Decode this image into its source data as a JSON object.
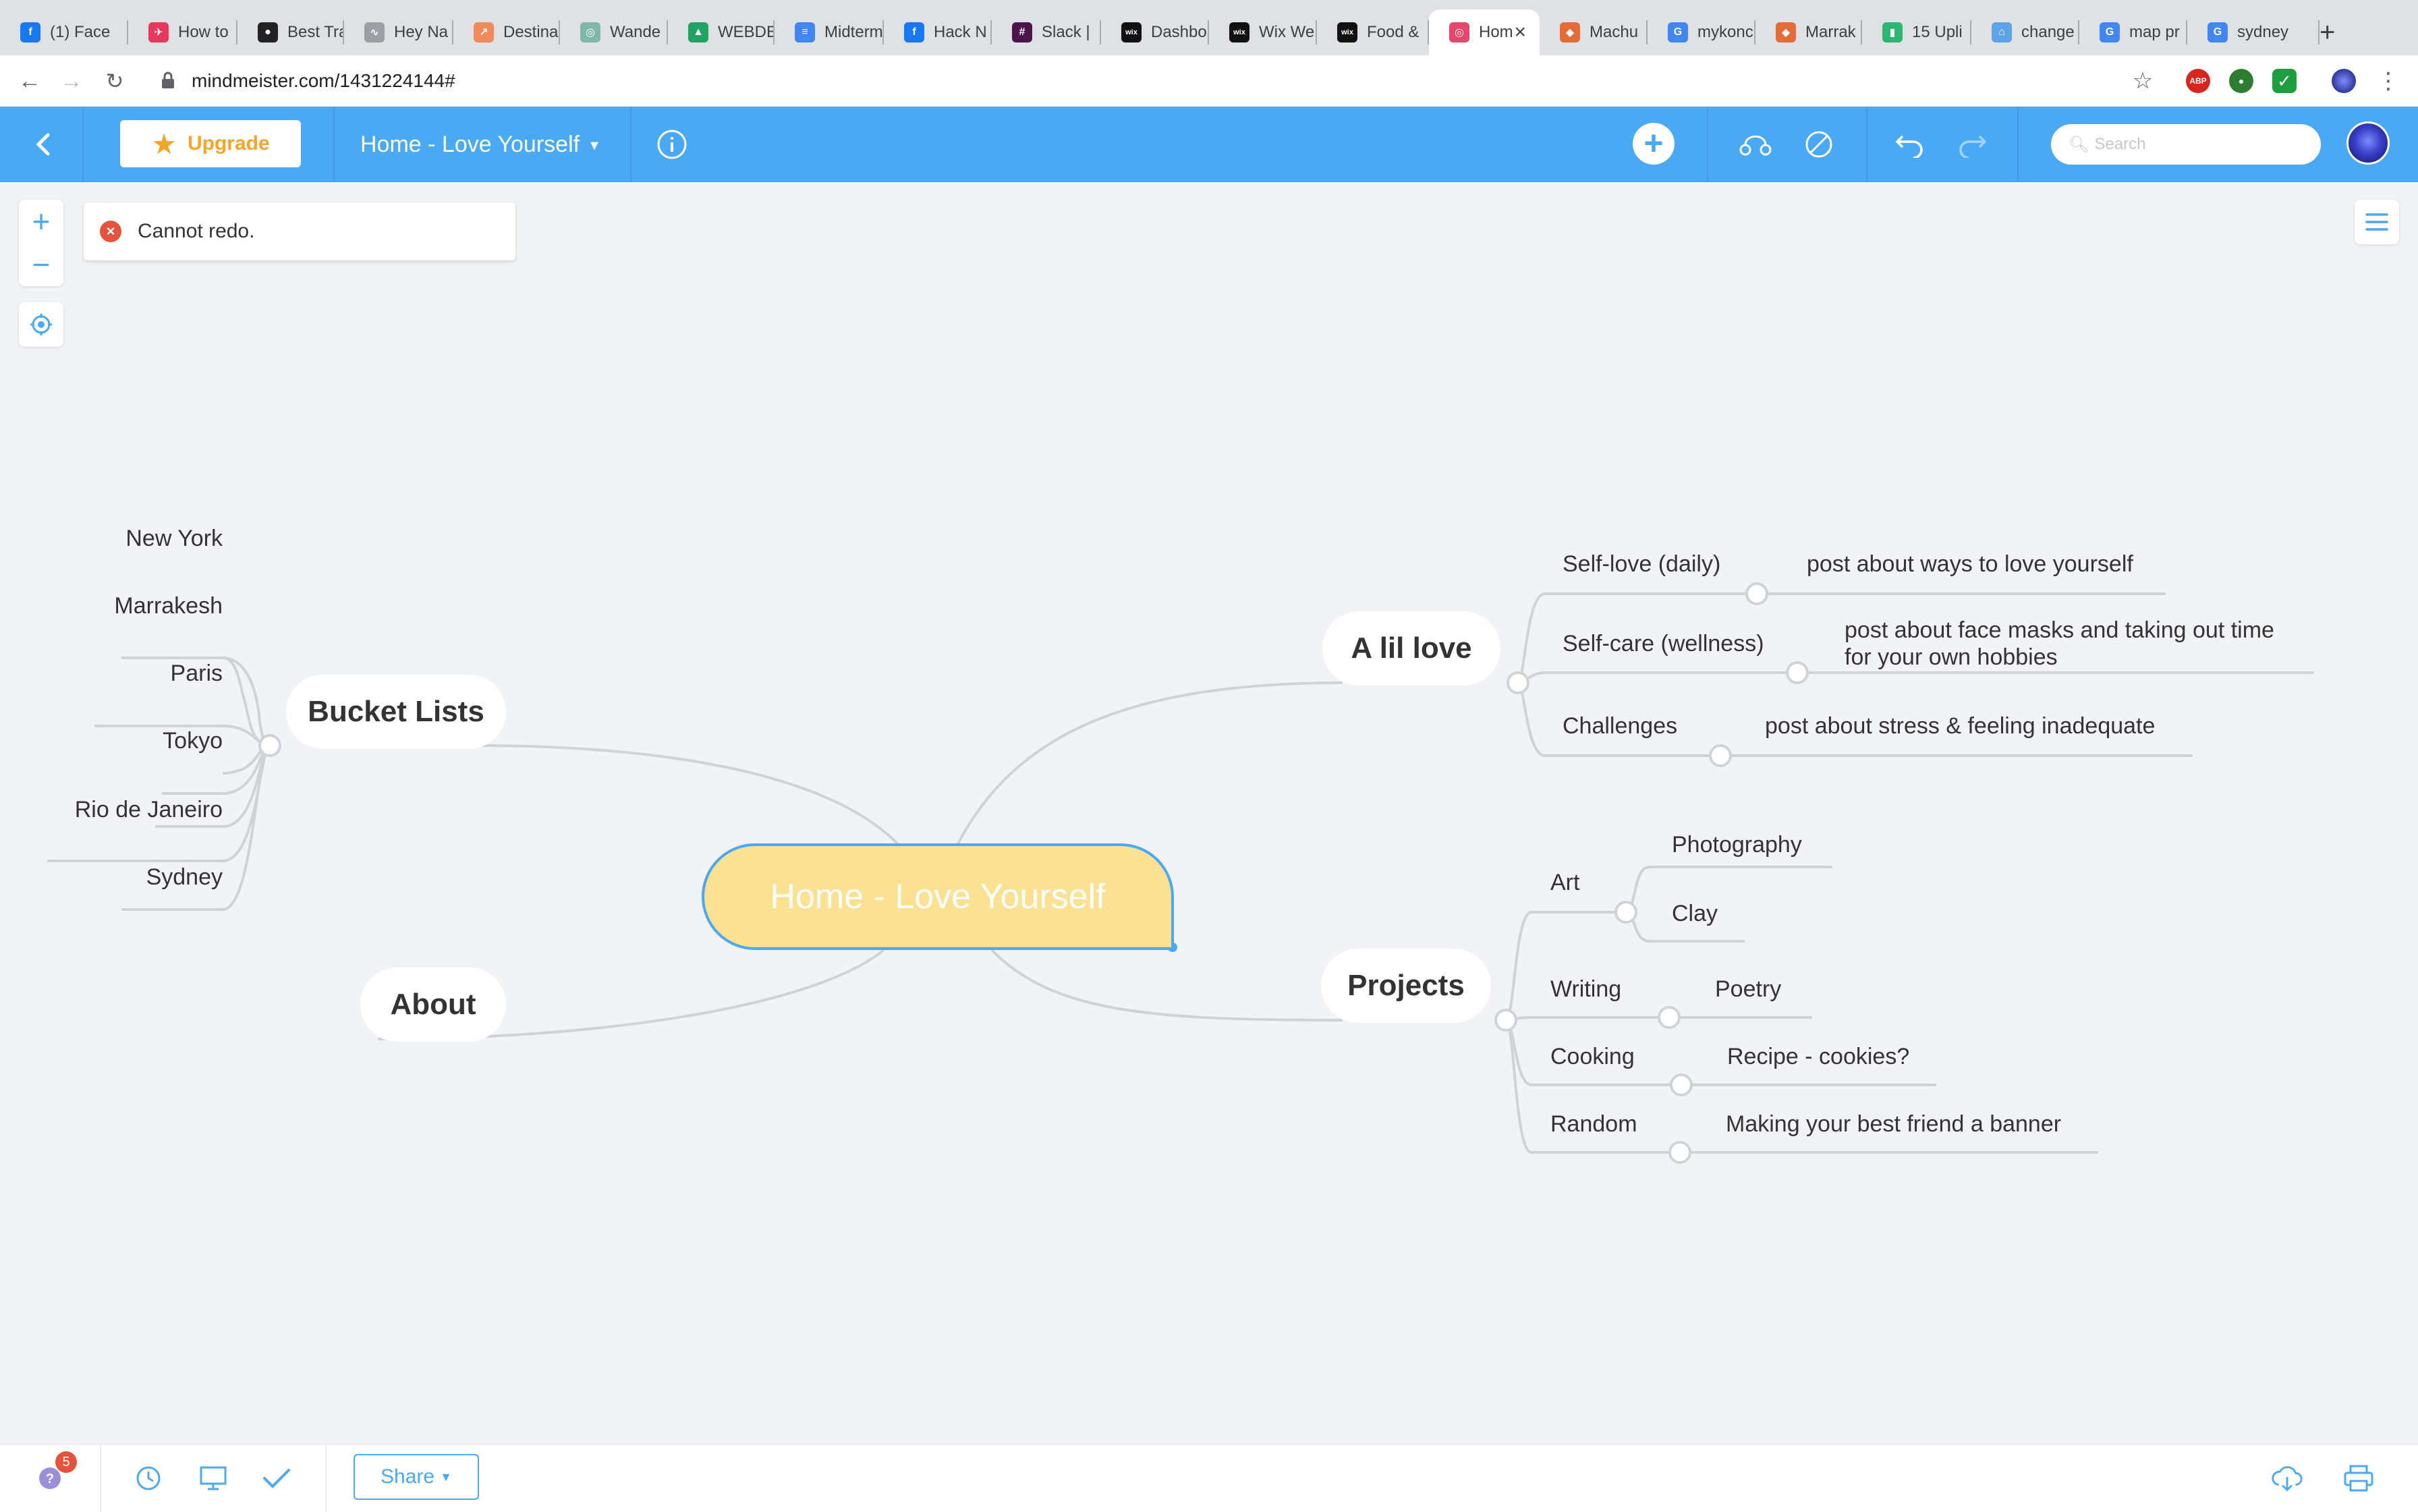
{
  "browser": {
    "tabs": [
      {
        "label": "(1) Face",
        "fav_color": "#1877f2",
        "fav_glyph": "f"
      },
      {
        "label": "How to",
        "fav_color": "#e8365d",
        "fav_glyph": "✈"
      },
      {
        "label": "Best Tra",
        "fav_color": "#222222",
        "fav_glyph": "●"
      },
      {
        "label": "Hey Na",
        "fav_color": "#9aa0a6",
        "fav_glyph": "∿"
      },
      {
        "label": "Destina",
        "fav_color": "#f28b5b",
        "fav_glyph": "↗"
      },
      {
        "label": "Wande",
        "fav_color": "#7fb8a6",
        "fav_glyph": "◎"
      },
      {
        "label": "WEBDE",
        "fav_color": "#1fa463",
        "fav_glyph": "▲"
      },
      {
        "label": "Midterm",
        "fav_color": "#4285f4",
        "fav_glyph": "≡"
      },
      {
        "label": "Hack N",
        "fav_color": "#1877f2",
        "fav_glyph": "f"
      },
      {
        "label": "Slack |",
        "fav_color": "#4a154b",
        "fav_glyph": "#"
      },
      {
        "label": "Dashbo",
        "fav_color": "#111111",
        "fav_glyph": "wix"
      },
      {
        "label": "Wix We",
        "fav_color": "#111111",
        "fav_glyph": "wix"
      },
      {
        "label": "Food &",
        "fav_color": "#111111",
        "fav_glyph": "wix"
      },
      {
        "label": "Hom",
        "fav_color": "#e8456b",
        "fav_glyph": "◎",
        "active": true
      },
      {
        "label": "Machu",
        "fav_color": "#e66b3a",
        "fav_glyph": "◆"
      },
      {
        "label": "mykonc",
        "fav_color": "#4285f4",
        "fav_glyph": "G"
      },
      {
        "label": "Marrak",
        "fav_color": "#e66b3a",
        "fav_glyph": "◆"
      },
      {
        "label": "15 Upli",
        "fav_color": "#2bb673",
        "fav_glyph": "▮"
      },
      {
        "label": "change",
        "fav_color": "#5ea3e6",
        "fav_glyph": "⌂"
      },
      {
        "label": "map pr",
        "fav_color": "#4285f4",
        "fav_glyph": "G"
      },
      {
        "label": "sydney",
        "fav_color": "#4285f4",
        "fav_glyph": "G"
      }
    ],
    "url": "mindmeister.com/1431224144#"
  },
  "header": {
    "upgrade_label": "Upgrade",
    "map_title": "Home - Love Yourself",
    "search_placeholder": "Search",
    "accent_color": "#4aa9f5"
  },
  "toast": {
    "message": "Cannot redo."
  },
  "map": {
    "root": "Home - Love Yourself",
    "left": [
      {
        "label": "Bucket Lists",
        "children": [
          "New York",
          "Marrakesh",
          "Paris",
          "Tokyo",
          "Rio de Janeiro",
          "Sydney"
        ]
      },
      {
        "label": "About",
        "children": []
      }
    ],
    "right": [
      {
        "label": "A lil love",
        "children": [
          {
            "label": "Self-love (daily)",
            "children": [
              "post about ways to love yourself"
            ]
          },
          {
            "label": "Self-care (wellness)",
            "children": [
              "post about face masks and taking out time for your own hobbies"
            ]
          },
          {
            "label": "Challenges",
            "children": [
              "post about stress & feeling inadequate"
            ]
          }
        ]
      },
      {
        "label": "Projects",
        "children": [
          {
            "label": "Art",
            "children": [
              "Photography",
              "Clay"
            ]
          },
          {
            "label": "Writing",
            "children": [
              "Poetry"
            ]
          },
          {
            "label": "Cooking",
            "children": [
              "Recipe - cookies?"
            ]
          },
          {
            "label": "Random",
            "children": [
              "Making your best friend a banner"
            ]
          }
        ]
      }
    ]
  },
  "footer": {
    "share_label": "Share",
    "notification_count": "5"
  }
}
